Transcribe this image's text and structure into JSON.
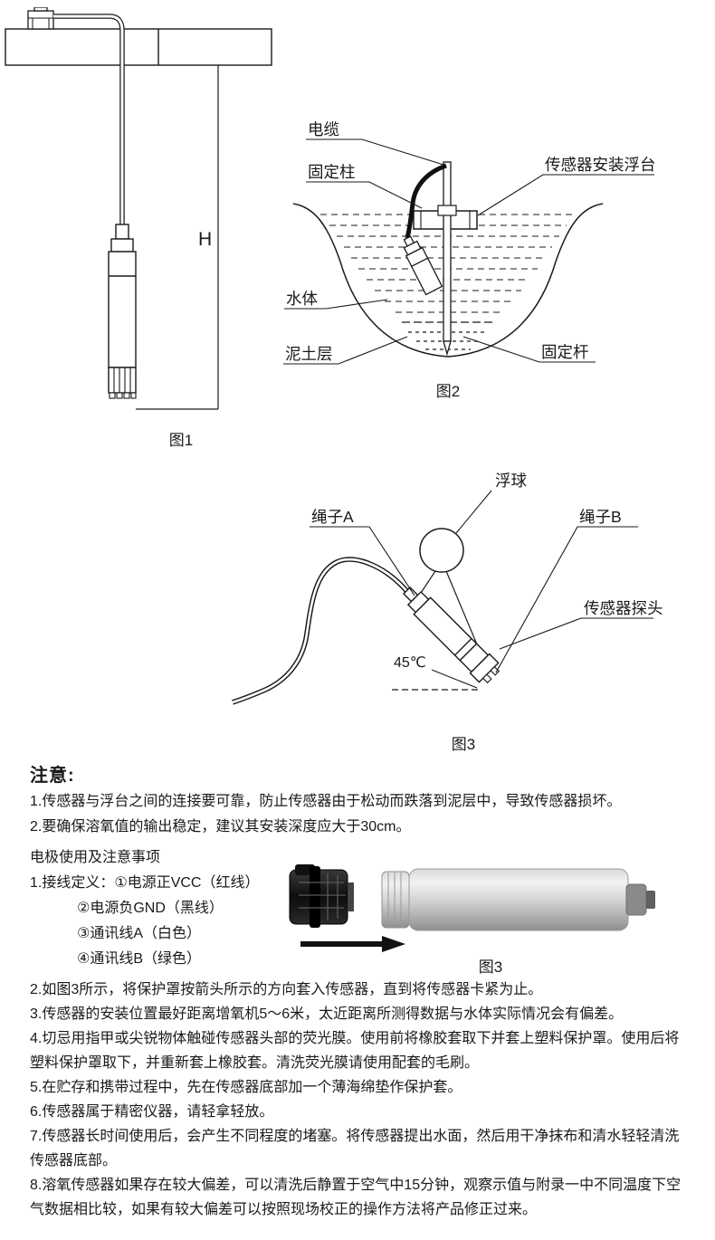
{
  "figure1": {
    "caption": "图1",
    "height_label": "H"
  },
  "figure2": {
    "caption": "图2",
    "labels": {
      "cable": "电缆",
      "fixing_post": "固定柱",
      "mount_platform": "传感器安装浮台",
      "water_body": "水体",
      "mud_layer": "泥土层",
      "fixing_rod": "固定杆"
    }
  },
  "figure3": {
    "caption": "图3",
    "labels": {
      "float_ball": "浮球",
      "rope_a": "绳子A",
      "rope_b": "绳子B",
      "sensor_probe": "传感器探头",
      "angle": "45℃"
    }
  },
  "notice": {
    "title": "注意:",
    "items": [
      "1.传感器与浮台之间的连接要可靠，防止传感器由于松动而跌落到泥层中，导致传感器损坏。",
      "2.要确保溶氧值的输出稳定，建议其安装深度应大于30cm。"
    ]
  },
  "usage": {
    "title": "电极使用及注意事项",
    "wiring_lines": [
      "1.接线定义：①电源正VCC（红线）",
      "②电源负GND（黑线）",
      "③通讯线A（白色）",
      "④通讯线B（绿色）"
    ],
    "inline_figure_caption": "图3",
    "items": [
      "2.如图3所示，将保护罩按箭头所示的方向套入传感器，直到将传感器卡紧为止。",
      "3.传感器的安装位置最好距离增氧机5～6米，太近距离所测得数据与水体实际情况会有偏差。",
      "4.切忌用指甲或尖锐物体触碰传感器头部的荧光膜。使用前将橡胶套取下并套上塑料保护罩。使用后将塑料保护罩取下，并重新套上橡胶套。清洗荧光膜请使用配套的毛刷。",
      "5.在贮存和携带过程中，先在传感器底部加一个薄海绵垫作保护套。",
      "6.传感器属于精密仪器，请轻拿轻放。",
      "7.传感器长时间使用后，会产生不同程度的堵塞。将传感器提出水面，然后用干净抹布和清水轻轻清洗传感器底部。",
      "8.溶氧传感器如果存在较大偏差，可以清洗后静置于空气中15分钟，观察示值与附录一中不同温度下空气数据相比较，如果有较大偏差可以按照现场校正的操作方法将产品修正过来。"
    ]
  }
}
